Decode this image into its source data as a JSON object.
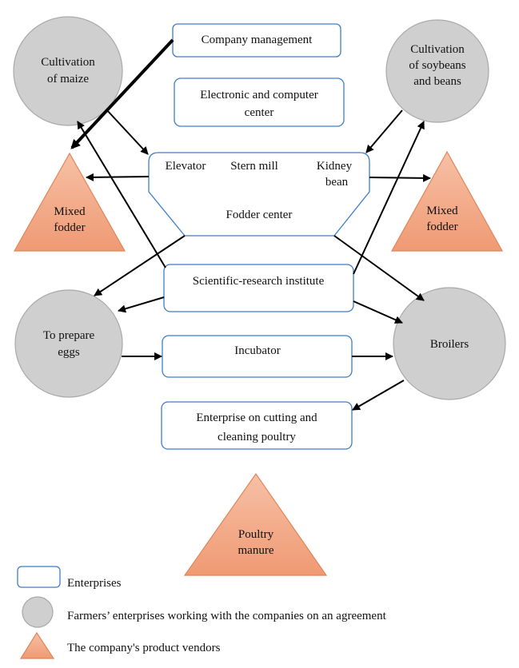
{
  "colors": {
    "box_border": "#3d7cc9",
    "circle_fill": "#cfcfcf",
    "triangle_fill_top": "#f7c0a6",
    "triangle_fill_bottom": "#ef9a73",
    "triangle_border": "#e0855a"
  },
  "enterprises": {
    "company_management": "Company management",
    "electronic_center": [
      "Electronic and computer",
      "center"
    ],
    "fodder_center": {
      "elevator": "Elevator",
      "stern_mill": "Stern mill",
      "kidney_bean": [
        "Kidney",
        "bean"
      ],
      "title": "Fodder center"
    },
    "scientific_institute": "Scientific-research institute",
    "incubator": "Incubator",
    "cutting_enterprise": [
      "Enterprise on cutting and",
      "cleaning poultry"
    ]
  },
  "farmers": {
    "maize": [
      "Cultivation",
      "of maize"
    ],
    "soybeans": [
      "Cultivation",
      "of soybeans",
      "and beans"
    ],
    "eggs": [
      "To prepare",
      "eggs"
    ],
    "broilers": "Broilers"
  },
  "vendors": {
    "mixed_fodder_left": [
      "Mixed",
      "fodder"
    ],
    "mixed_fodder_right": [
      "Mixed",
      "fodder"
    ],
    "poultry_manure": [
      "Poultry",
      "manure"
    ]
  },
  "legend": {
    "enterprises": "Enterprises",
    "farmers": "Farmers’ enterprises working with the companies on an agreement",
    "vendors": "The company's product vendors"
  }
}
